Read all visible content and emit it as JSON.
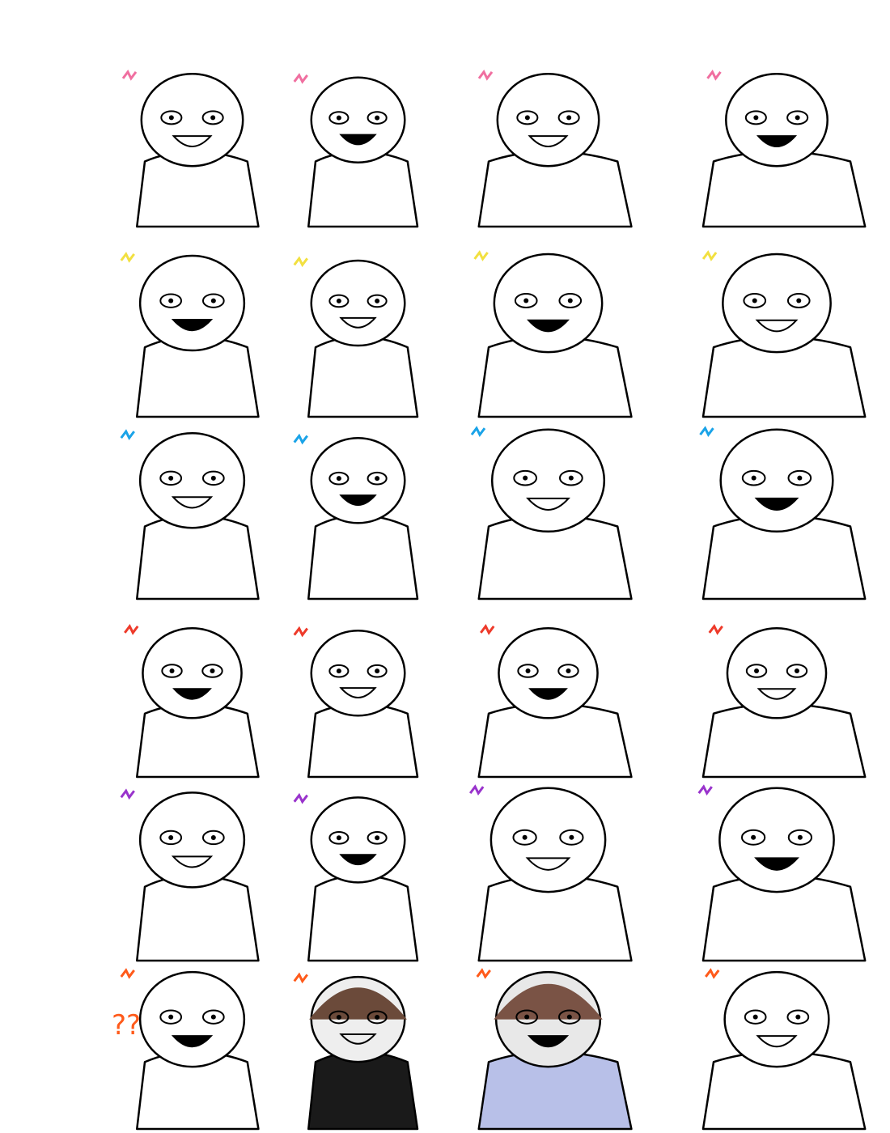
{
  "artwork": {
    "kind": "expression reference sheet",
    "rows": 6,
    "columns": 4,
    "background": "#ffffff",
    "line_color": "#000000",
    "row_accent_colors": [
      "#f06fa0",
      "#f2e040",
      "#1aa3e8",
      "#ee3a2a",
      "#9933cc",
      "#ff5a1a"
    ],
    "colored_figures": [
      {
        "hair": "#6b4a3a",
        "clothes": "#1a1a1a",
        "fur": "#9a9a9a"
      },
      {
        "hair": "#7a5345",
        "clothes": "#b8c0e8",
        "fur": "#8a8a8a"
      }
    ],
    "symbols": {
      "question_marks": "??"
    }
  }
}
